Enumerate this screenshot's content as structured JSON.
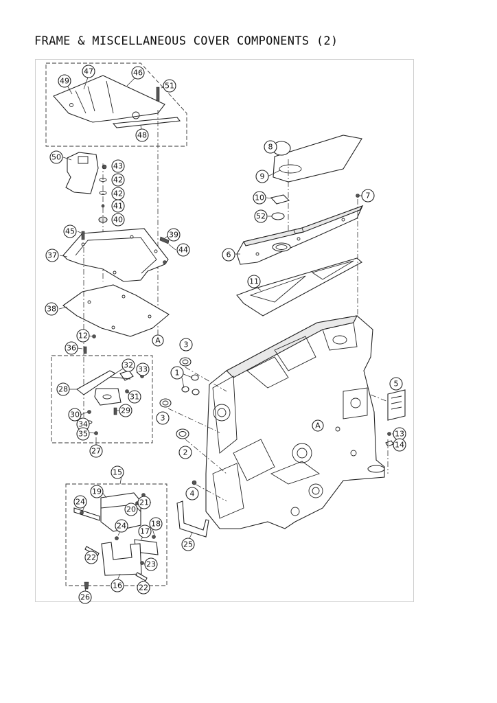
{
  "title": "FRAME & MISCELLANEOUS COVER COMPONENTS (2)",
  "reference_marks": [
    "A",
    "A"
  ],
  "callouts": [
    "1",
    "2",
    "3",
    "3",
    "4",
    "5",
    "6",
    "7",
    "8",
    "9",
    "10",
    "11",
    "12",
    "13",
    "14",
    "15",
    "16",
    "17",
    "18",
    "19",
    "20",
    "21",
    "22",
    "22",
    "23",
    "24",
    "24",
    "25",
    "26",
    "27",
    "28",
    "29",
    "30",
    "31",
    "32",
    "33",
    "34",
    "35",
    "36",
    "37",
    "38",
    "39",
    "40",
    "41",
    "42",
    "42",
    "43",
    "44",
    "45",
    "46",
    "47",
    "48",
    "49",
    "50",
    "51",
    "52"
  ]
}
